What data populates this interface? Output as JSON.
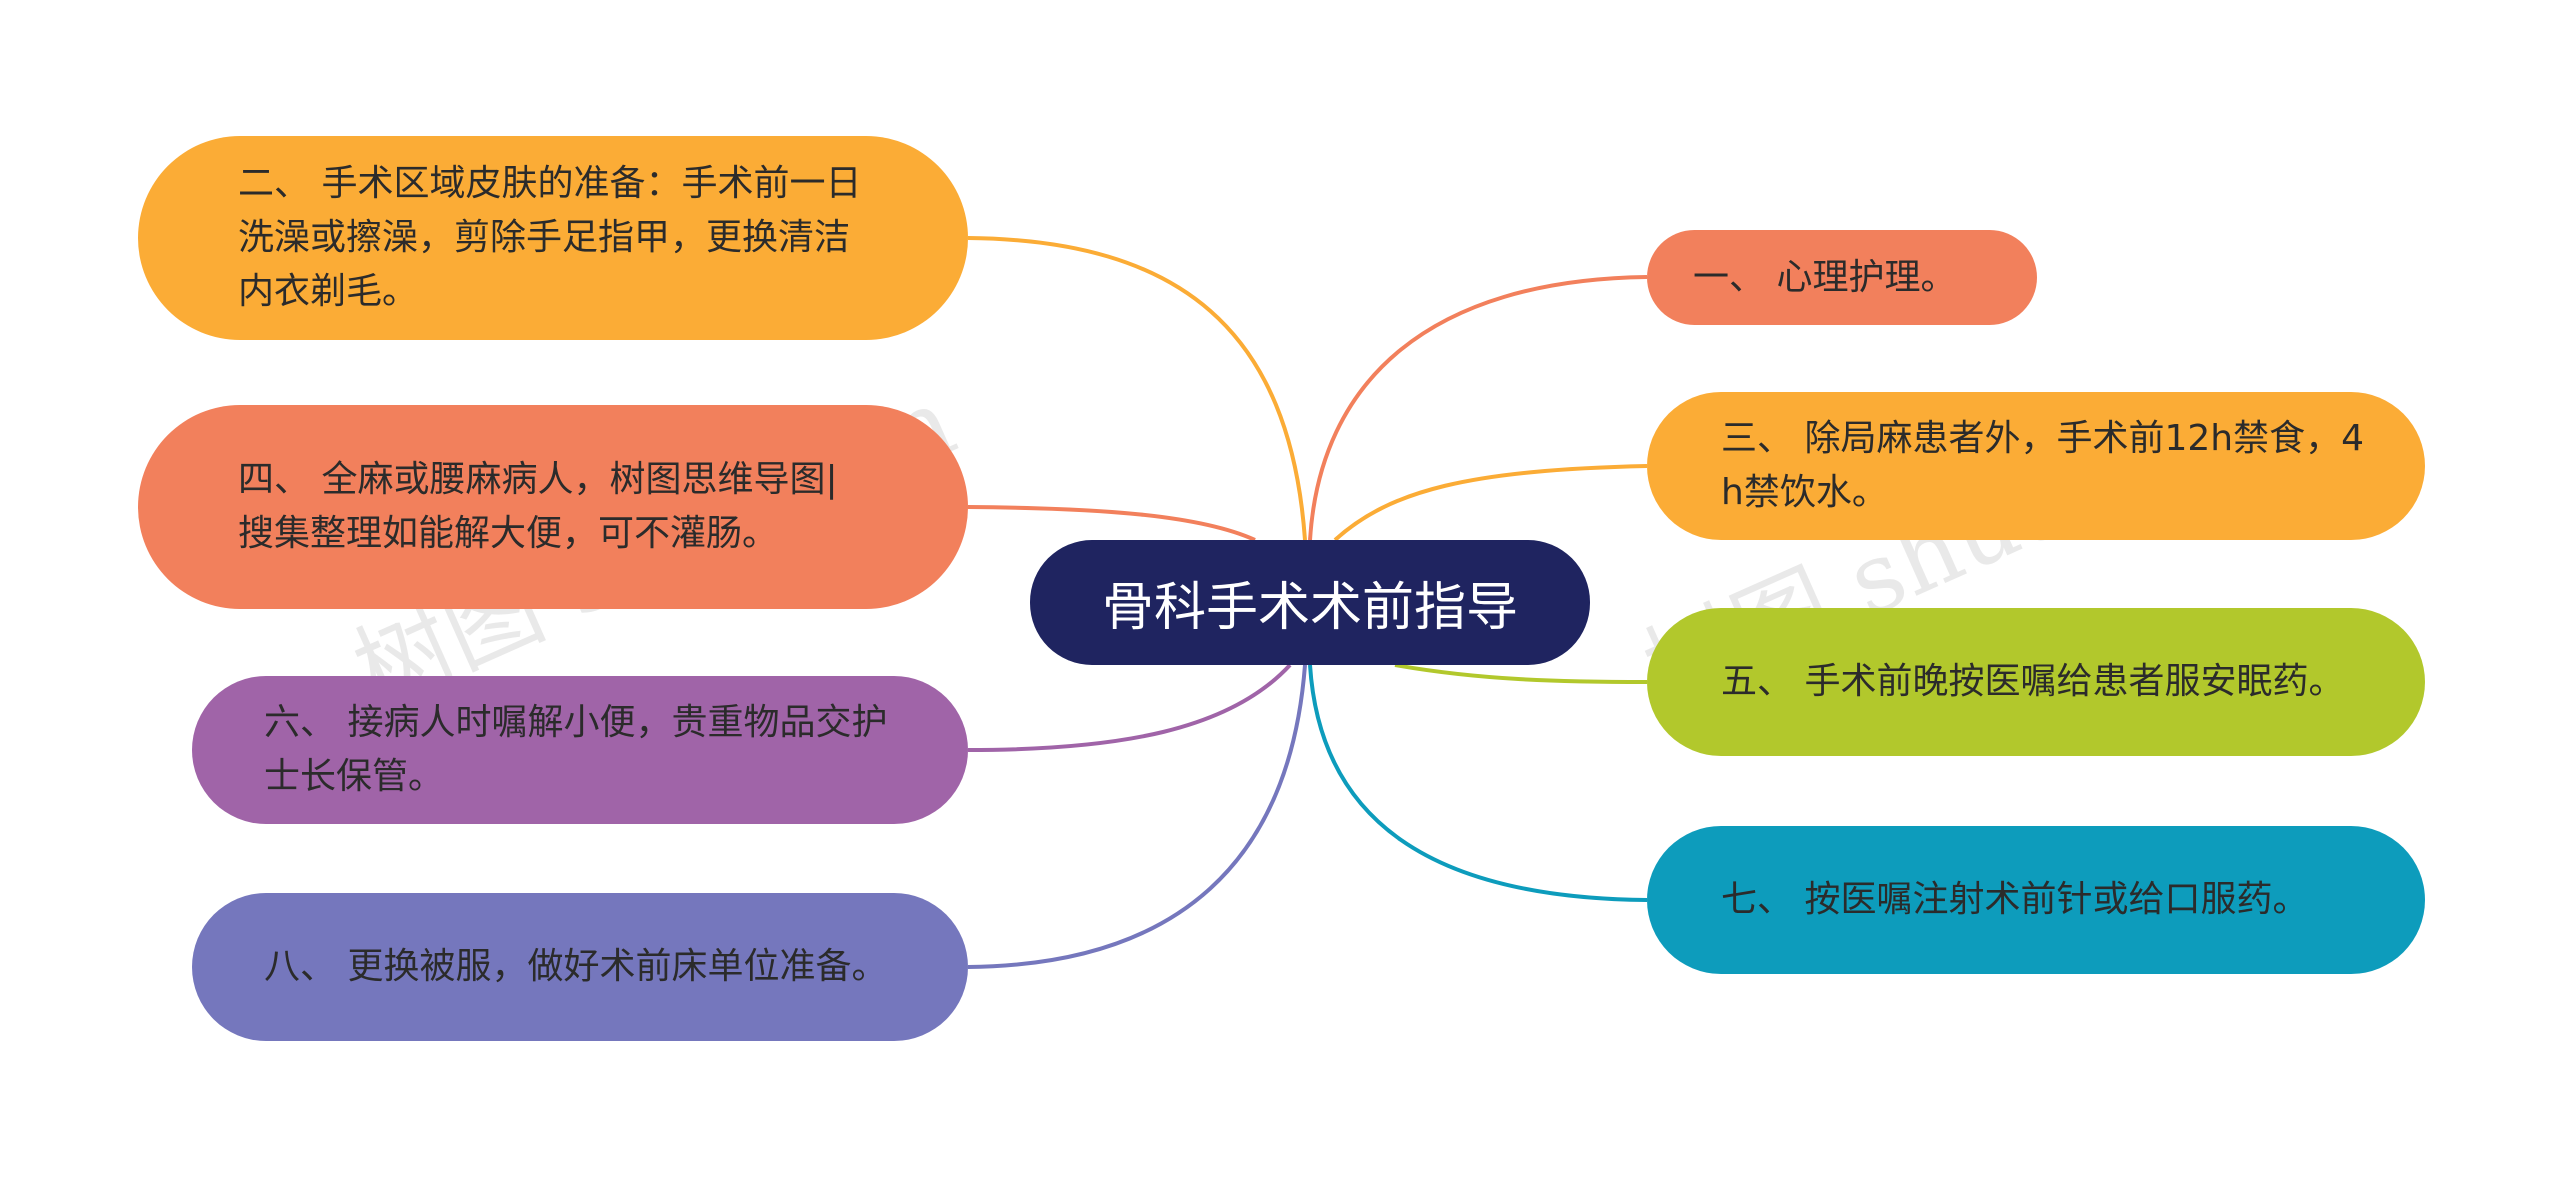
{
  "watermark": {
    "text": "树图 shutu.cn"
  },
  "center": {
    "title": "骨科手术术前指导",
    "color": "#1f2460"
  },
  "nodes": [
    {
      "id": "n1",
      "text": "一、 心理护理。",
      "color": "#f2805c",
      "side": "right"
    },
    {
      "id": "n2",
      "text": "二、 手术区域皮肤的准备：手术前一日洗澡或擦澡，剪除手足指甲，更换清洁内衣剃毛。",
      "color": "#fbac36",
      "side": "left"
    },
    {
      "id": "n3",
      "text": "三、 除局麻患者外，手术前12h禁食，4h禁饮水。",
      "color": "#fbac36",
      "side": "right"
    },
    {
      "id": "n4",
      "text": "四、 全麻或腰麻病人，树图思维导图|搜集整理如能解大便，可不灌肠。",
      "color": "#f2805c",
      "side": "left"
    },
    {
      "id": "n5",
      "text": "五、 手术前晚按医嘱给患者服安眠药。",
      "color": "#b2c82c",
      "side": "right"
    },
    {
      "id": "n6",
      "text": "六、 接病人时嘱解小便，贵重物品交护士长保管。",
      "color": "#a064a8",
      "side": "left"
    },
    {
      "id": "n7",
      "text": "七、 按医嘱注射术前针或给口服药。",
      "color": "#0d9cbc",
      "side": "right"
    },
    {
      "id": "n8",
      "text": "八、 更换被服，做好术前床单位准备。",
      "color": "#7577bd",
      "side": "left"
    }
  ]
}
